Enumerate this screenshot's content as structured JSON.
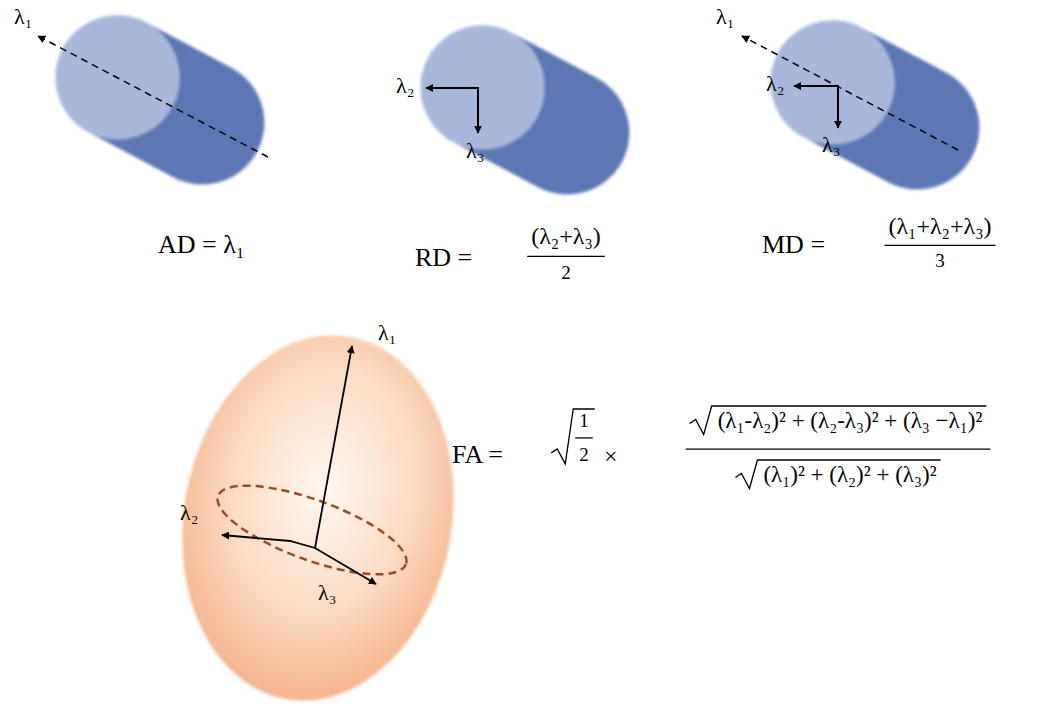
{
  "diagram": {
    "labels": [
      "λ₁",
      "λ₂",
      "λ₃",
      "λ₁",
      "λ₂",
      "λ₃",
      "AD = λ₁",
      "RD =",
      "(λ₂+λ₃)",
      "2",
      "MD =",
      "(λ₁+λ₂+λ₃)",
      "3",
      "λ₁",
      "λ₂",
      "λ₃",
      "FA =",
      "1",
      "2",
      "×",
      "(λ₁-λ₂)² + (λ₂-λ₃)² + (λ₃ −λ₁)²",
      "(λ₁)² + (λ₂)² + (λ₃)²"
    ]
  }
}
